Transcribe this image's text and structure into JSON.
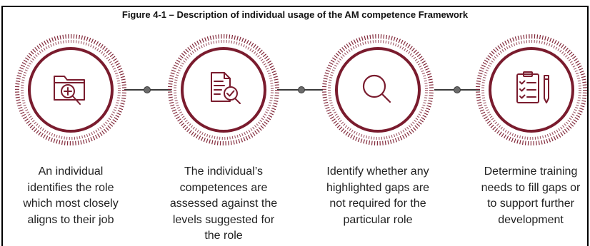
{
  "figure": {
    "title": "Figure 4-1 – Description of individual usage of the AM competence Framework"
  },
  "colors": {
    "accent": "#7a1c2e",
    "connector": "#3a3a3a"
  },
  "steps": [
    {
      "icon": "folder-search-icon",
      "lines": [
        "An individual",
        "identifies the role",
        "which most closely",
        "aligns to their job"
      ]
    },
    {
      "icon": "document-check-icon",
      "lines": [
        "The individual’s",
        "competences are",
        "assessed against the",
        "levels suggested for",
        "the role"
      ]
    },
    {
      "icon": "magnifier-icon",
      "lines": [
        "Identify whether any",
        "highlighted gaps are",
        "not required for the",
        "particular role"
      ]
    },
    {
      "icon": "checklist-pen-icon",
      "lines": [
        "Determine training",
        "needs to fill gaps or",
        "to support further",
        "development"
      ]
    }
  ]
}
